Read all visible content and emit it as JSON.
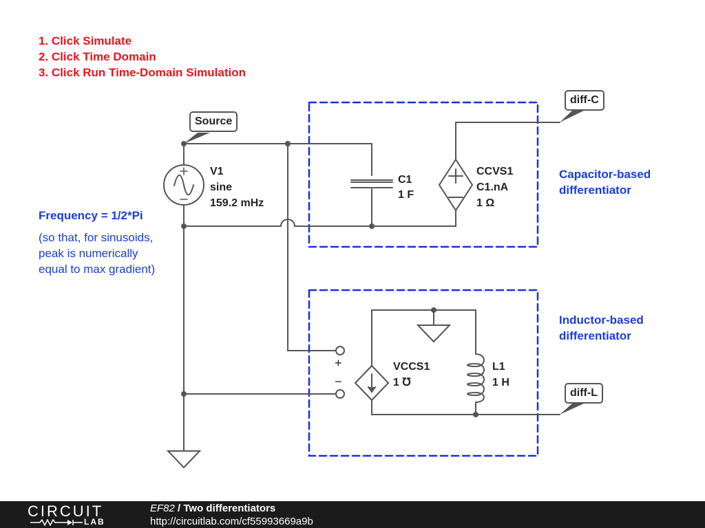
{
  "instructions": [
    "1. Click Simulate",
    "2. Click Time Domain",
    "3. Click Run Time-Domain Simulation"
  ],
  "notes": {
    "frequency_title": "Frequency = 1/2*Pi",
    "frequency_detail": [
      "(so that, for sinusoids,",
      "peak is numerically",
      "equal to max gradient)"
    ],
    "capacitor_block": [
      "Capacitor-based",
      "differentiator"
    ],
    "inductor_block": [
      "Inductor-based",
      "differentiator"
    ]
  },
  "tags": {
    "source": "Source",
    "diff_c": "diff-C",
    "diff_l": "diff-L"
  },
  "components": {
    "v1": [
      "V1",
      "sine",
      "159.2 mHz"
    ],
    "c1": [
      "C1",
      "1 F"
    ],
    "ccvs1": [
      "CCVS1",
      "C1.nA",
      "1 Ω"
    ],
    "vccs1": [
      "VCCS1",
      "1 ℧"
    ],
    "l1": [
      "L1",
      "1 H"
    ]
  },
  "port_signs": {
    "plus": "+",
    "minus": "−"
  },
  "footer": {
    "logo_top": "CIRCUIT",
    "logo_bottom": "LAB",
    "code": "EF82",
    "separator": " / ",
    "title": "Two differentiators",
    "url": "http://circuitlab.com/cf55993669a9b"
  },
  "colors": {
    "instructions": "#e8141b",
    "notes": "#1a3cd6",
    "wire": "#555555",
    "dashed_box": "#1a2ee0",
    "footer_bg": "#1b1b1b"
  }
}
